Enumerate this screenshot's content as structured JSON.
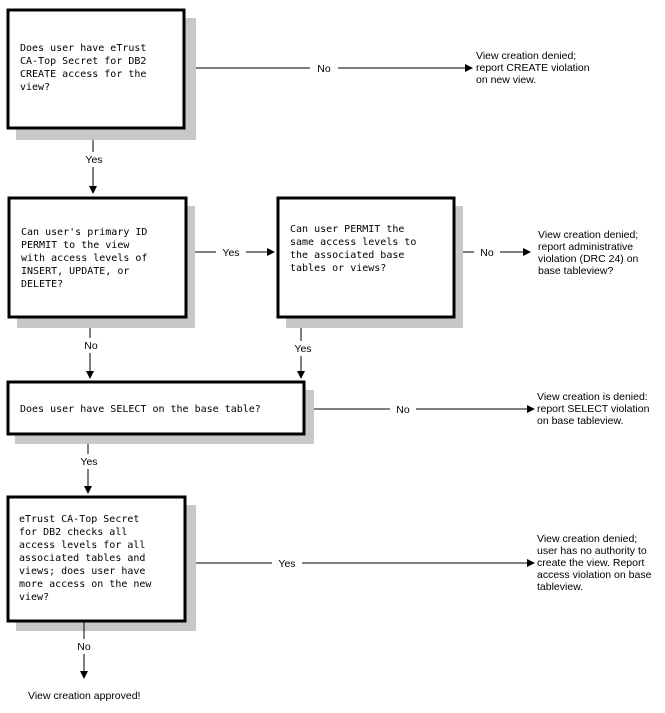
{
  "questions": {
    "q1": [
      "Does user have eTrust",
      "CA-Top Secret for DB2",
      "CREATE access for the",
      "view?"
    ],
    "q2": [
      "Can user's primary ID",
      "PERMIT to the view",
      "with access levels of",
      "INSERT, UPDATE, or",
      "DELETE?"
    ],
    "q3": [
      "Can user PERMIT the",
      "same access levels to",
      "the associated base",
      "tables or views?"
    ],
    "q4": [
      "Does user have SELECT on the base table?"
    ],
    "q5": [
      "eTrust CA-Top Secret",
      "for DB2 checks all",
      "access levels for all",
      "associated tables and",
      "views; does user have",
      "more access on the new",
      "view?"
    ]
  },
  "labels": {
    "yes": "Yes",
    "no": "No"
  },
  "outcomes": {
    "o1": [
      "View creation denied;",
      "report CREATE violation",
      "on new view."
    ],
    "o2": [
      "View creation denied;",
      "report administrative",
      "violation (DRC 24) on",
      "base tableview?"
    ],
    "o3": [
      "View creation is denied:",
      "report SELECT violation",
      "on base tableview."
    ],
    "o4": [
      "View creation denied;",
      "user has no authority to",
      "create the view. Report",
      "access violation on base",
      "tableview."
    ],
    "final": "View creation approved!"
  }
}
